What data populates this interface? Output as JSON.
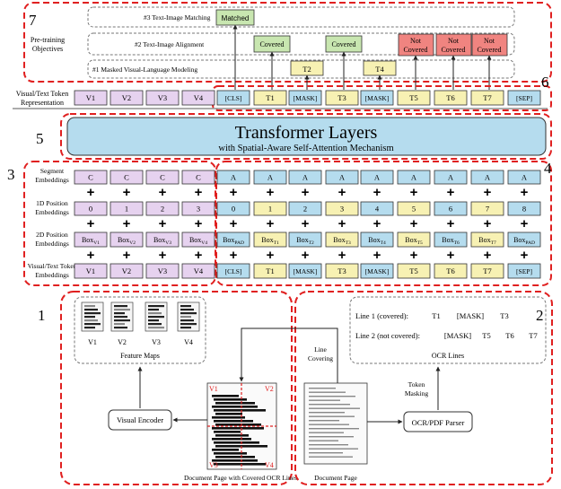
{
  "colors": {
    "purple": "#e6d2ef",
    "blue": "#b5dcee",
    "yellow": "#f7f1b3",
    "green": "#c8e6b0",
    "red": "#f08480",
    "dashed_red": "#e02020",
    "transformer": "#b5dcee"
  },
  "pretraining": {
    "label_line1": "Pre-training",
    "label_line2": "Objectives",
    "row3": "#3 Text-Image Matching",
    "row2": "#2 Text-Image Alignment",
    "row1": "#1 Masked Visual-Language Modeling",
    "matched": "Matched",
    "covered": "Covered",
    "not_covered_line1": "Not",
    "not_covered_line2": "Covered",
    "t2": "T2",
    "t4": "T4"
  },
  "representation": {
    "label_line1": "Visual/Text Token",
    "label_line2": "Representation",
    "tokens": [
      "V1",
      "V2",
      "V3",
      "V4",
      "[CLS]",
      "T1",
      "[MASK]",
      "T3",
      "[MASK]",
      "T5",
      "T6",
      "T7",
      "[SEP]"
    ]
  },
  "transformer": {
    "title": "Transformer Layers",
    "subtitle": "with Spatial-Aware Self-Attention Mechanism"
  },
  "embeddings": {
    "segment_label_1": "Segment",
    "segment_label_2": "Embeddings",
    "pos1d_label_1": "1D Position",
    "pos1d_label_2": "Embeddings",
    "pos2d_label_1": "2D Position",
    "pos2d_label_2": "Embeddings",
    "token_label_1": "Visual/Text Token",
    "token_label_2": "Embeddings",
    "segment": [
      "C",
      "C",
      "C",
      "C",
      "A",
      "A",
      "A",
      "A",
      "A",
      "A",
      "A",
      "A",
      "A"
    ],
    "pos1d": [
      "0",
      "1",
      "2",
      "3",
      "0",
      "1",
      "2",
      "3",
      "4",
      "5",
      "6",
      "7",
      "8"
    ],
    "pos2d_sub": [
      "V1",
      "V2",
      "V3",
      "V4",
      "PAD",
      "T1",
      "T2",
      "T3",
      "T4",
      "T5",
      "T6",
      "T7",
      "PAD"
    ],
    "box_prefix": "Box",
    "tokens": [
      "V1",
      "V2",
      "V3",
      "V4",
      "[CLS]",
      "T1",
      "[MASK]",
      "T3",
      "[MASK]",
      "T5",
      "T6",
      "T7",
      "[SEP]"
    ],
    "plus": "+"
  },
  "region_numbers": [
    "1",
    "2",
    "3",
    "4",
    "5",
    "6",
    "7"
  ],
  "bottom": {
    "feature_maps": "Feature Maps",
    "v_labels": [
      "V1",
      "V2",
      "V3",
      "V4"
    ],
    "visual_encoder": "Visual Encoder",
    "doc_covered_caption": "Document Page with Covered OCR Lines",
    "doc_page_caption": "Document Page",
    "ocr_parser": "OCR/PDF Parser",
    "line_covering_1": "Line",
    "line_covering_2": "Covering",
    "token_masking_1": "Token",
    "token_masking_2": "Masking",
    "ocr_lines": "OCR Lines",
    "line1_label": "Line 1 (covered):",
    "line1_tokens": [
      "T1",
      "[MASK]",
      "T3"
    ],
    "line2_label": "Line 2 (not covered):",
    "line2_tokens": [
      "[MASK]",
      "T5",
      "T6",
      "T7"
    ]
  }
}
